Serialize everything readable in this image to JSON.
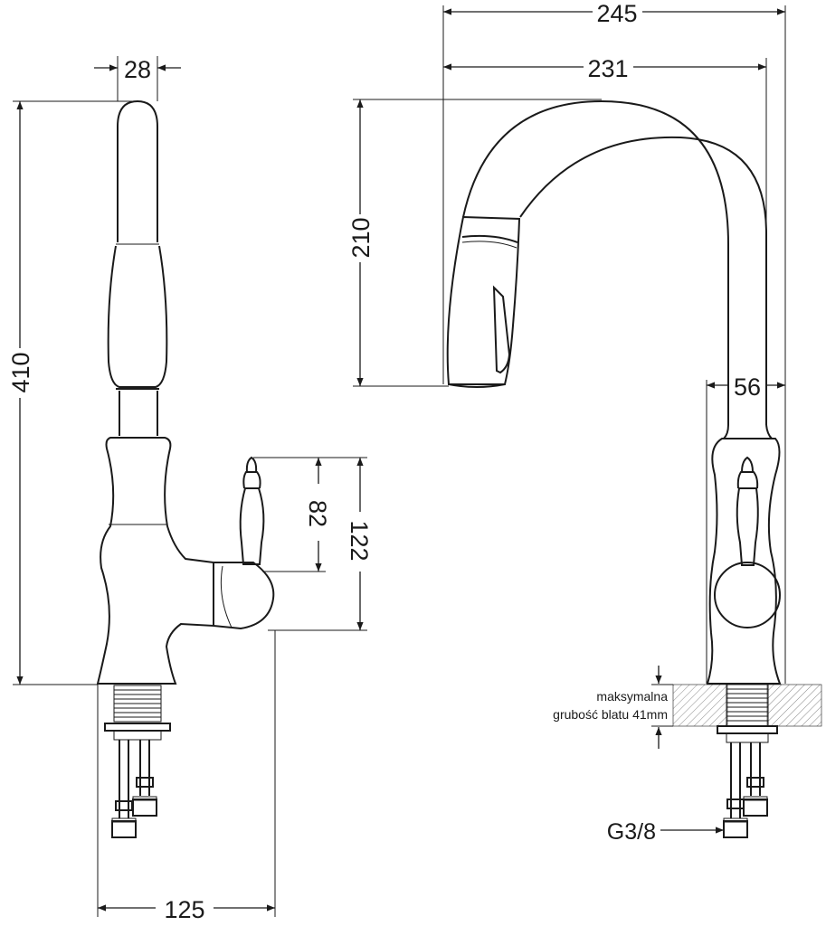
{
  "dimensions": {
    "side_view": {
      "top_width": "28",
      "total_height": "410",
      "handle_top": "82",
      "handle_span": "122",
      "base_width": "125"
    },
    "front_view": {
      "overall_reach": "245",
      "spout_reach": "231",
      "spout_height": "210",
      "body_width": "56"
    }
  },
  "annotations": {
    "max_thickness_line1": "maksymalna",
    "max_thickness_line2": "grubość blatu 41mm",
    "connector": "G3/8"
  },
  "colors": {
    "line": "#1a1a1a",
    "background": "#ffffff"
  }
}
